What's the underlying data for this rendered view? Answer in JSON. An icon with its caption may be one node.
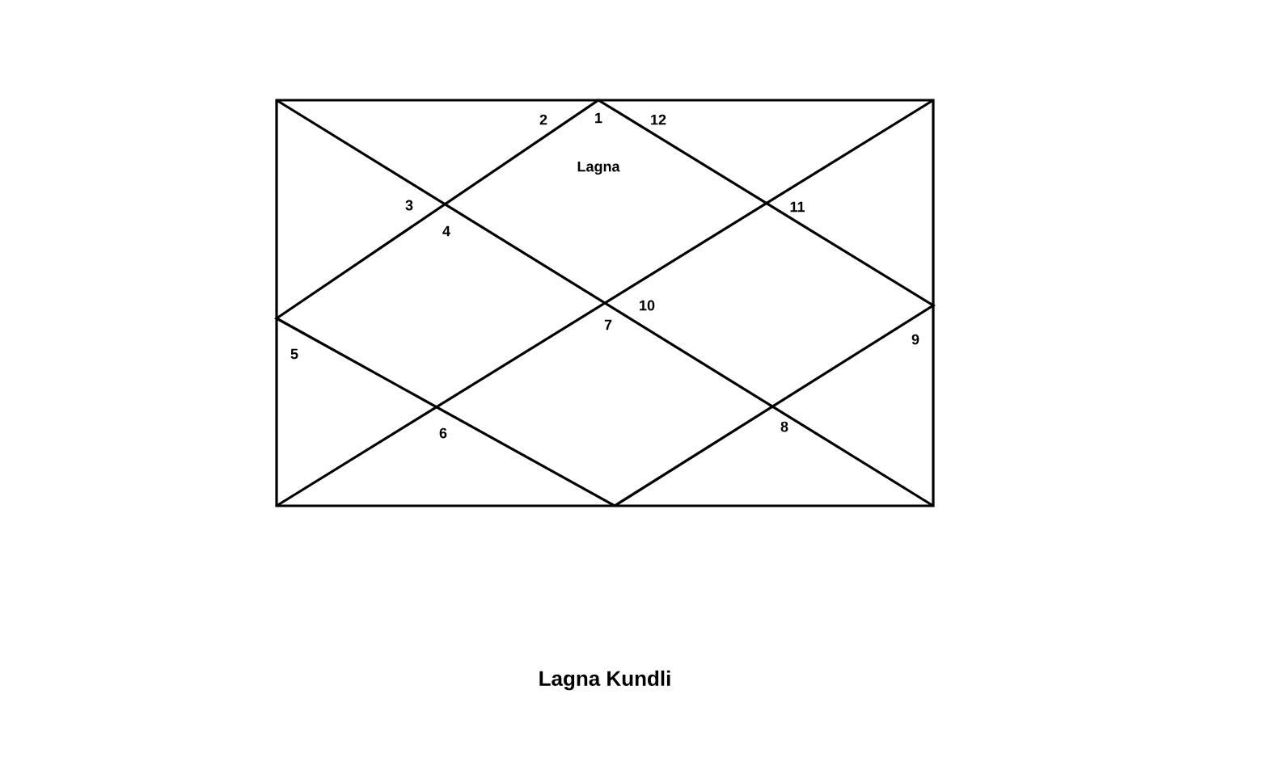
{
  "diagram": {
    "caption": "Lagna Kundli",
    "labels": [
      "2",
      "1",
      "12",
      "Lagna",
      "3",
      "11",
      "4",
      "10",
      "7",
      "9",
      "5",
      "8",
      "6"
    ]
  }
}
